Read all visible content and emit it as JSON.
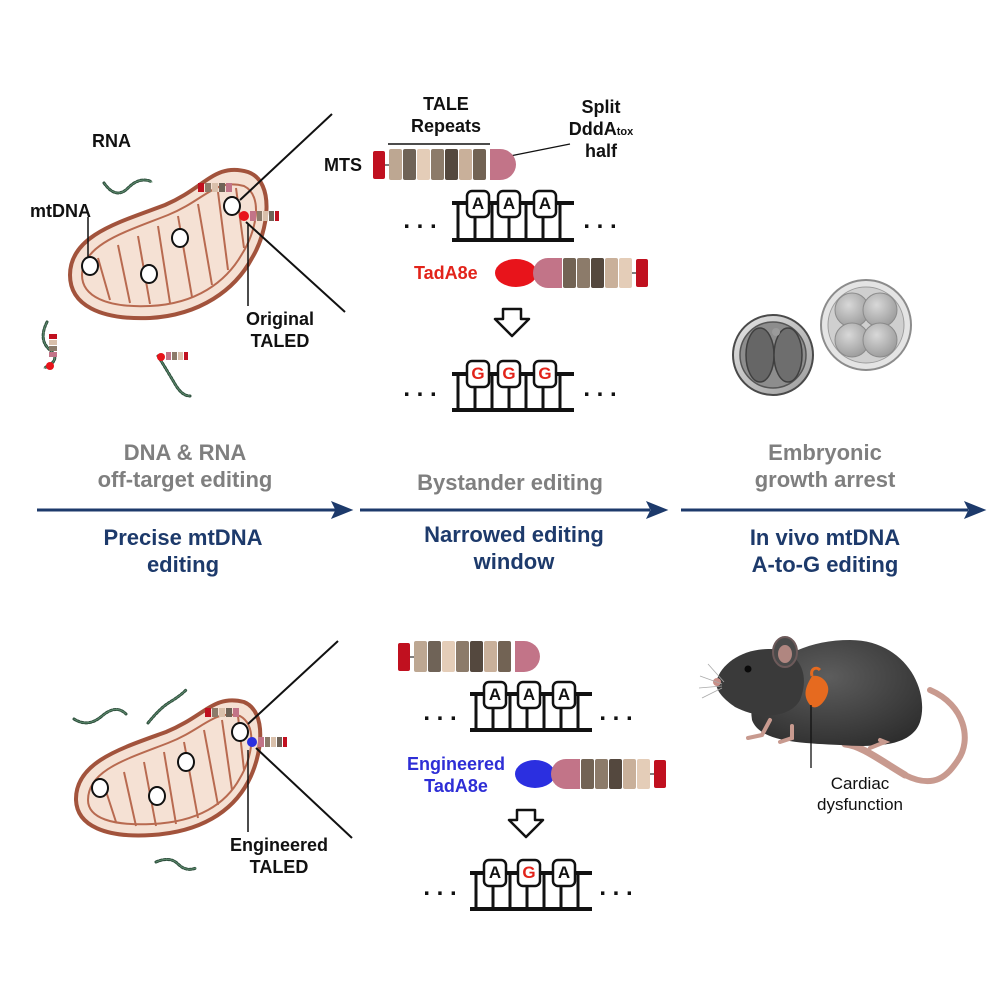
{
  "top": {
    "rna_label": "RNA",
    "mtdna_label": "mtDNA",
    "original_taled": [
      "Original",
      "TALED"
    ],
    "tale_repeats": [
      "TALE",
      "Repeats"
    ],
    "split_label": [
      "Split",
      "DddA",
      "tox",
      "half"
    ],
    "mts_label": "MTS",
    "tada8e_label": "TadA8e",
    "bases_before": [
      "A",
      "A",
      "A"
    ],
    "bases_after": [
      "G",
      "G",
      "G"
    ]
  },
  "middle": {
    "problems": [
      [
        "DNA & RNA",
        "off-target editing"
      ],
      [
        "Bystander editing"
      ],
      [
        "Embryonic",
        "growth arrest"
      ]
    ],
    "solutions": [
      [
        "Precise mtDNA",
        "editing"
      ],
      [
        "Narrowed editing",
        "window"
      ],
      [
        "In vivo mtDNA",
        "A-to-G editing"
      ]
    ]
  },
  "bottom": {
    "engineered_taled": [
      "Engineered",
      "TALED"
    ],
    "engineered_tada8e": [
      "Engineered",
      "TadA8e"
    ],
    "bases_before": [
      "A",
      "A",
      "A"
    ],
    "bases_after": [
      "A",
      "G",
      "A"
    ],
    "cardiac_label": [
      "Cardiac",
      "dysfunction"
    ]
  },
  "colors": {
    "navy": "#1d3a6b",
    "grey_text": "#7f7f7f",
    "red_deaminase": "#e8141b",
    "blue_deaminase": "#2b2fe0",
    "mito_outer": "#a2533c",
    "mito_fill": "#f5e1d4",
    "dddatox": "#c27488",
    "mts": "#c0101f"
  }
}
